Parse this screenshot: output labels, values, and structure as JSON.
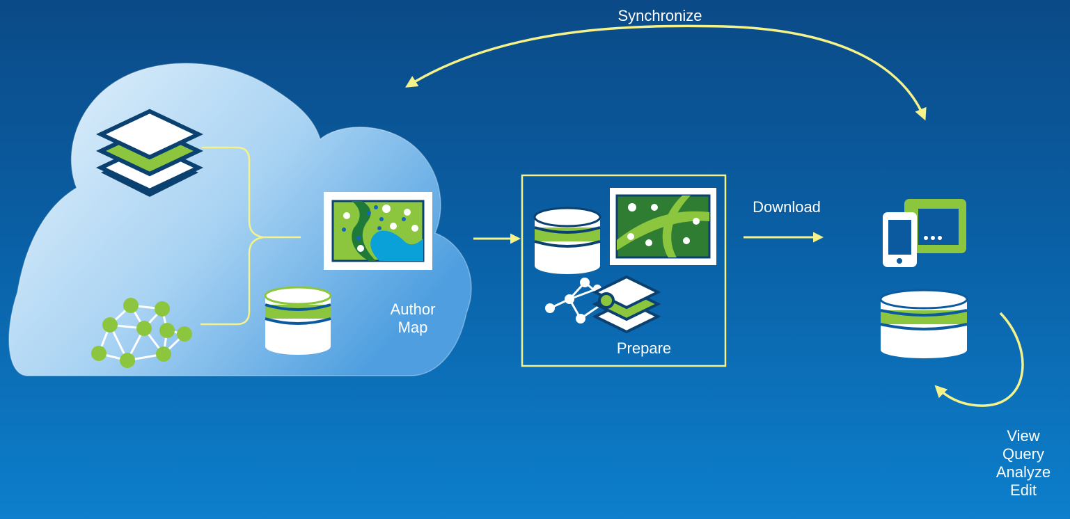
{
  "labels": {
    "synchronize": "Synchronize",
    "download": "Download",
    "author_map_line1": "Author",
    "author_map_line2": "Map",
    "prepare": "Prepare",
    "actions": [
      "View",
      "Query",
      "Analyze",
      "Edit"
    ]
  },
  "icons": {
    "cloud": "cloud-icon",
    "layers": "layer-stack-icon",
    "network": "network-graph-icon",
    "database": "database-icon",
    "map": "map-icon",
    "devices": "mobile-devices-icon"
  },
  "colors": {
    "background_top": "#0b4a87",
    "background_bottom": "#0d7fcc",
    "arrow": "#f5f28a",
    "accent_green": "#8cc63f",
    "navy": "#0b4170",
    "cloud_light": "#d9ecfa",
    "cloud_dark": "#5ba7e3"
  }
}
